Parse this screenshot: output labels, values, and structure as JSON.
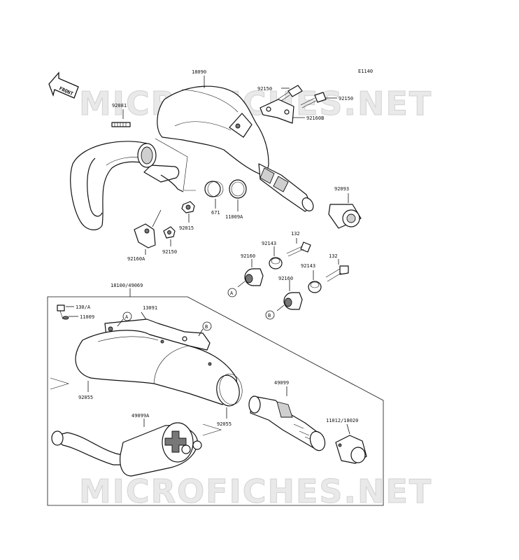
{
  "diagram_code": "E1140",
  "front_label": "FRONT",
  "watermark": "MICROFICHES.NET",
  "parts": {
    "p18090": "18090",
    "p92150_a": "92150",
    "p92150_b": "92150",
    "p92160b": "92160B",
    "p92081": "92081",
    "p671": "671",
    "p11009a": "11009A",
    "p92093": "92093",
    "p92015": "92015",
    "p92160a": "92160A",
    "p92150_c": "92150",
    "p132_a": "132",
    "p92143_a": "92143",
    "p92160_a": "92160",
    "p132_b": "132",
    "p92143_b": "92143",
    "p92160_b": "92160",
    "p18100": "18100/49069",
    "p130a": "130/A",
    "p11009": "11009",
    "p13091": "13091",
    "p92055_a": "92055",
    "p92055_b": "92055",
    "p49099": "49099",
    "p49099a": "49099A",
    "p11012": "11012/18020"
  },
  "callouts": {
    "a": "A",
    "b": "B"
  }
}
